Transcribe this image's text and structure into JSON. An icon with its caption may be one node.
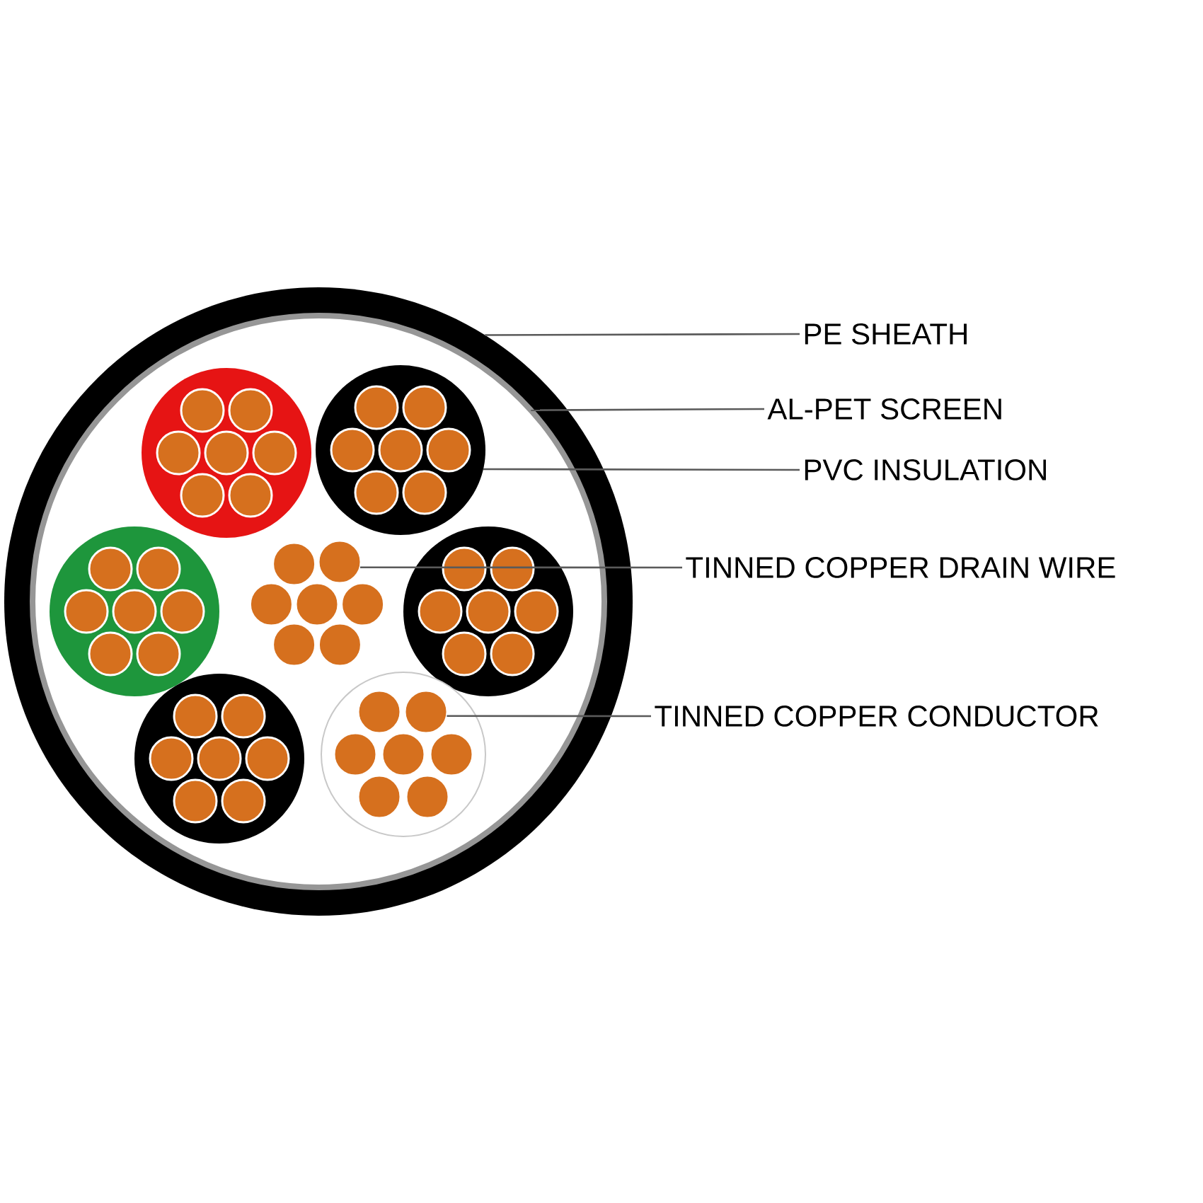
{
  "diagram": {
    "nodes": [
      {
        "text": [
          "PE SHEATH"
        ]
      },
      {
        "text": [
          "AL-PET SCREEN"
        ]
      },
      {
        "text": [
          "PVC INSULATION"
        ]
      },
      {
        "text": [
          "TINNED COPPER DRAIN WIRE"
        ]
      },
      {
        "text": [
          "TINNED COPPER CONDUCTOR"
        ]
      },
      {
        "text": [],
        "shape": "circle"
      },
      {
        "text": [],
        "shape": "circle",
        "in": 5
      },
      {
        "text": [],
        "shape": "circle",
        "in": 6
      },
      {
        "text": [],
        "shape": "circle",
        "in": 6
      },
      {
        "text": [],
        "shape": "circle",
        "in": 6
      }
    ],
    "edges": [
      {
        "from": 0,
        "to": 5,
        "arrow": "none"
      },
      {
        "from": 1,
        "to": 6,
        "arrow": "none"
      },
      {
        "from": 2,
        "to": 7,
        "arrow": "none"
      },
      {
        "from": 3,
        "to": 8,
        "arrow": "none"
      },
      {
        "from": 4,
        "to": 9,
        "arrow": "none"
      }
    ]
  }
}
